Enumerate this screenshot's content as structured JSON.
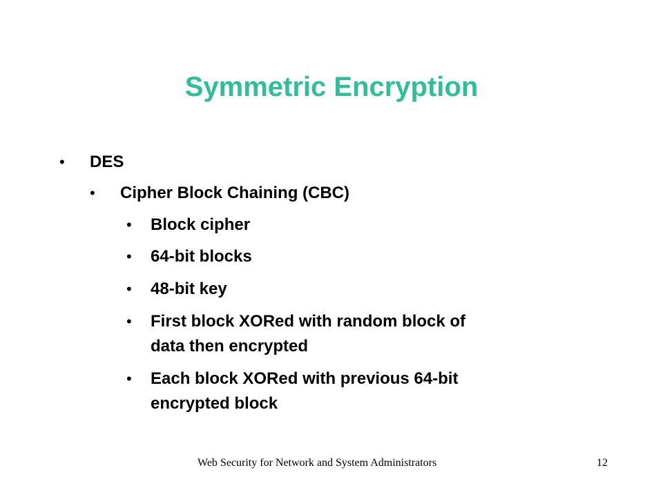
{
  "slide": {
    "title": "Symmetric Encryption",
    "bullets": [
      {
        "text": "DES"
      },
      {
        "text": "Cipher Block Chaining (CBC)"
      },
      {
        "text": "Block cipher"
      },
      {
        "text": "64-bit blocks"
      },
      {
        "text": "48-bit key"
      },
      {
        "text_line1": "First block XORed with random block of",
        "text_line2": "data then encrypted"
      },
      {
        "text_line1": "Each block XORed with previous 64-bit",
        "text_line2": "encrypted block"
      }
    ],
    "footer": "Web Security for Network and System Administrators",
    "page_number": "12",
    "title_color": "#2fbf98"
  }
}
